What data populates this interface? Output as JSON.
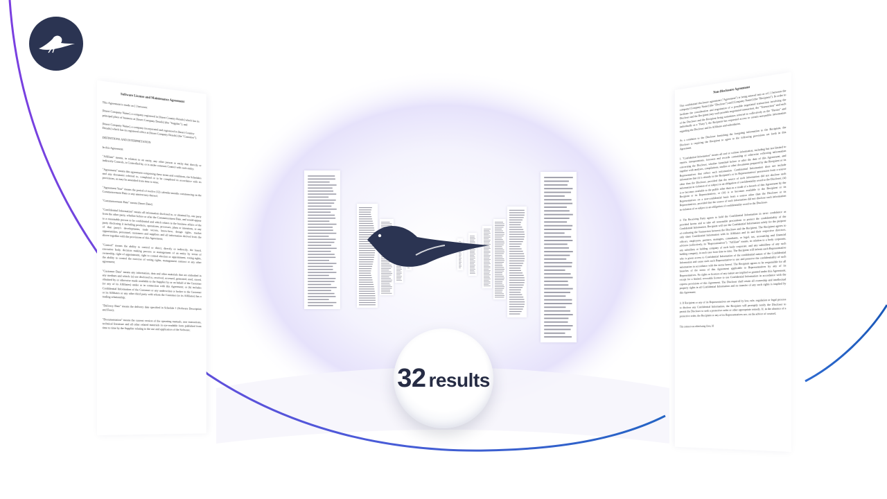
{
  "brand": {
    "logo_icon": "bird-icon",
    "badge_color": "#2b3452",
    "accent_purple": "#6a45d8",
    "accent_blue": "#2f63c8"
  },
  "results": {
    "count": "32",
    "label": "results"
  },
  "doc_left": {
    "title": "Software License and Maintenance Agreement",
    "intro": "This Agreement is made on [ ] between:",
    "party1": "[Insert Company Name], a company registered in [Insert Country Details] which has its principal place of business at [Insert Company Details] (the \"Supplier\"); and",
    "party2": "[Insert Company Name], a company incorporated and registered in [Insert Country Details] which has its registered office at [Insert Company Details] (the \"Customer\").",
    "heading": "DEFINITIONS AND INTERPRETATION",
    "in_agreement": "In this Agreement:",
    "sections": [
      "\"Affiliate\" means, in relation to an entity, any other person or entity that directly or indirectly Controls, is Controlled by, or is under common Control with such entity;",
      "\"Agreement\" means this agreement comprising these terms and conditions, the Schedules and any document referred to, completed or to be completed in accordance with its provisions, as may be amended from time to time;",
      "\"Agreement Year\" means the period of twelve (12) calendar months commencing on the Commencement Date or any anniversary thereof;",
      "\"Commencement Date\" means [Insert Date];",
      "\"Confidential Information\" means all information disclosed to, or obtained by, one party from the other party, whether before or after the Commencement Date, and would appear to a reasonable person to be confidential and which relates to the business affairs of the party disclosing it including products, operations, processes, plans or intentions, or any of that party's developments, trade secrets, know-how, design rights, market opportunities, personnel, customers and suppliers and all information derived from the above together with the provisions of this Agreement;",
      "\"Control\" means the ability to control or direct, directly or indirectly, the board, executive body, decision making process or management of an entity by virtue of ownership, right of appointment, right to control election or appointment, voting rights, the ability to control the exercise of voting rights, management contract or any other agreement;",
      "\"Customer Data\" means any information, data and other materials that are embodied in any medium and which: (a) are disclosed to, received, accessed, generated, used, stored, obtained by or otherwise made available to the Supplier by or on behalf of the Customer (or any of its Affiliates) under or in connection with this Agreement; or (b) includes Confidential Information of the Customer or any underwriter or broker to the Customer or its Affiliates or any other third party with whom the Customer (or its Affiliates) has a trading relationship;",
      "\"Delivery Date\" means the delivery date specified in Schedule 1 (Software Description and Fees);",
      "\"Documentation\" means the current version of the operating manuals, user instructions, technical literature and all other related materials in eye-readable form published from time to time by the Supplier relating to the use and application of the Software;"
    ]
  },
  "doc_right": {
    "title": "Non-Disclosure Agreement",
    "intro": "This confidential disclosure agreement (\"Agreement\") is being entered into as of [ ] between the company [Company Name] (the \"Discloser\") and [Company Name] (the \"Recipient\"). In order to facilitate the consideration and negotiation of a possible negotiated transaction involving the Discloser and the Recipient (any such possible negotiated transaction, the \"Transaction\" and each of the Discloser and the Recipient being sometimes referred to collectively as the \"Parties\" and individually as a \"Party\"), the Recipient has requested access to certain non-public information regarding the Discloser and its Affiliates and subsidiaries.",
    "condition": "As a condition to the Discloser furnishing the foregoing information to the Recipient, the Discloser is requiring the Recipient to agree to the following provisions set forth in this Agreement.",
    "sections": [
      "1. \"Confidential Information\" means all oral or written information, including but not limited to reports, interpretations, forecasts and records containing or otherwise reflecting information concerning the Discloser, whether furnished before or after the date of this Agreement, and together with analyses, compilations, studies or other documents prepared by the Recipient or its Representatives that reflect such information. Confidential Information does not include information that (i) is already in the Recipient's or its Representatives' possession from a source other than the Discloser, provided that the source of such information did not disclose such information in violation of or subject to an obligation of confidentiality owed to the Discloser, (ii) is or becomes available to the public other than as a result of a breach of this Agreement by the Recipient or its Representatives, or (iii) is or becomes available to the Recipient or its Representatives on a non-confidential basis from a source other than the Discloser or its Representatives, provided that the source of such information did not disclose such information in violation of or subject to an obligation of confidentiality owed to the Discloser.",
      "2. The Receiving Party agrees to hold the Confidential Information in strict confidence as provided herein and to take all reasonable precautions to protect the confidentiality of the Confidential Information. Recipient will use the Confidential Information solely for the purpose of evaluating the Transaction between the Discloser and the Recipient. The Recipient agrees to only share Confidential Information with its Affiliates and its and their respective directors, officers, employees, partners, managers, consultants, or legal, tax, accounting and financial advisors (collectively, its \"Representatives\"). \"Affiliate\" means, in relation to a body corporate, any subsidiary or holding company of such body corporate, and any subsidiary of any such holding company, in each case from time to time. The Recipient will inform each Representative who is given access to Confidential Information of the confidential nature of the Confidential Information and cause each such Representative to use and preserve the confidentiality of such information in accordance with the terms hereof. The Recipient agrees to be responsible for all breaches of the terms of this Agreement applicable to Representatives by any of its Representatives. No rights or licences of any nature are implied or granted under this Agreement, except for a limited, revocable licence to use Confidential Information in accordance with the express provisions of this Agreement. The Discloser shall retain all ownership and intellectual property rights in all Confidential Information and no transfer of any such rights is implied by this Agreement.",
      "3. If Recipient or any of its Representatives are required by law, rule, regulation or legal process to disclose any Confidential Information, the Recipient will promptly notify the Discloser to permit the Discloser to seek a protective order or other appropriate remedy. If, in the absence of a protective order, the Recipient or any of its Representatives are, on the advice of counsel,"
    ],
    "footer": "This contract was edited using Zuva, AI"
  }
}
